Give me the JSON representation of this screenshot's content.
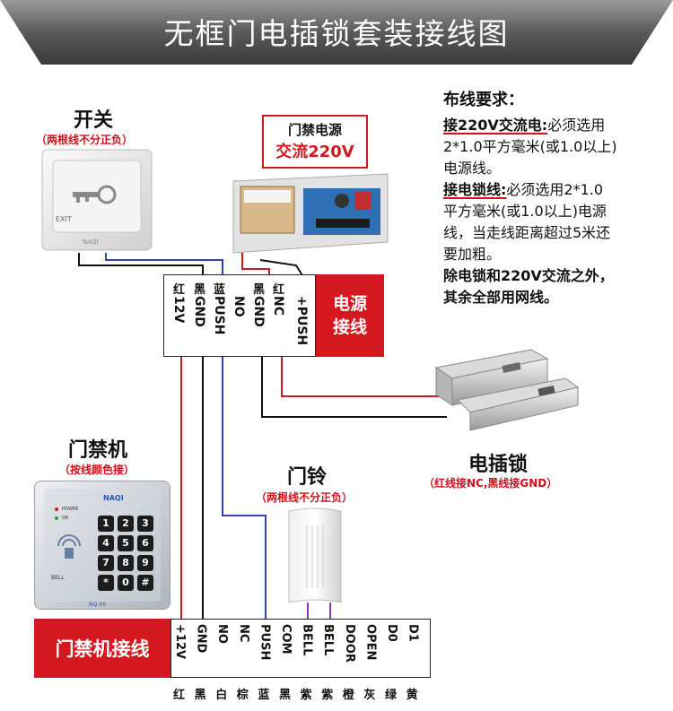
{
  "header": {
    "title": "无框门电插锁套装接线图"
  },
  "switch": {
    "title": "开关",
    "note": "（两根线不分正负）",
    "exit_label": "EXIT",
    "brand": "NAQI"
  },
  "power": {
    "tag_line1": "门禁电源",
    "tag_line2": "交流220V",
    "block_label": "电源接线",
    "terminals": [
      {
        "color": "红",
        "name": "12V"
      },
      {
        "color": "黑",
        "name": "GND"
      },
      {
        "color": "蓝",
        "name": "PUSH"
      },
      {
        "color": "",
        "name": "NO"
      },
      {
        "color": "黑",
        "name": "GND"
      },
      {
        "color": "红",
        "name": "NC"
      },
      {
        "color": "",
        "name": "+PUSH"
      }
    ]
  },
  "requirements": {
    "title": "布线要求：",
    "l1a": "接220V交流电:",
    "l1b": "必须选用",
    "l2": "2*1.0平方毫米(或1.0以上)",
    "l3": "电源线。",
    "l4a": "接电锁线:",
    "l4b": "必须选用2*1.0",
    "l5": "平方毫米(或1.0以上)电源",
    "l6": "线，当走线距离超过5米还",
    "l7": "要加粗。",
    "l8": "除电锁和220V交流之外，",
    "l9": "其余全部用网线。"
  },
  "lock": {
    "title": "电插锁",
    "note": "（红线接NC,黑线接GND）"
  },
  "controller": {
    "title": "门禁机",
    "note": "（按线颜色接）",
    "block_label": "门禁机接线",
    "brand": "NAQI",
    "model": "NQ-05",
    "power_led": "POWER",
    "ok_led": "OK",
    "bell": "BELL",
    "keys": [
      "1",
      "2",
      "3",
      "4",
      "5",
      "6",
      "7",
      "8",
      "9",
      "*",
      "0",
      "#"
    ],
    "terminals": [
      "+12V",
      "GND",
      "NO",
      "NC",
      "PUSH",
      "COM",
      "BELL",
      "BELL",
      "DOOR",
      "OPEN",
      "D0",
      "D1"
    ],
    "colors": [
      "红",
      "黑",
      "白",
      "棕",
      "蓝",
      "黑",
      "紫",
      "紫",
      "橙",
      "灰",
      "绿",
      "黄"
    ]
  },
  "bell": {
    "title": "门铃",
    "note": "（两根线不分正负）"
  },
  "colors": {
    "red": "#d41820",
    "blue": "#2a44b8",
    "black": "#111111",
    "purple": "#8a3ab0"
  }
}
